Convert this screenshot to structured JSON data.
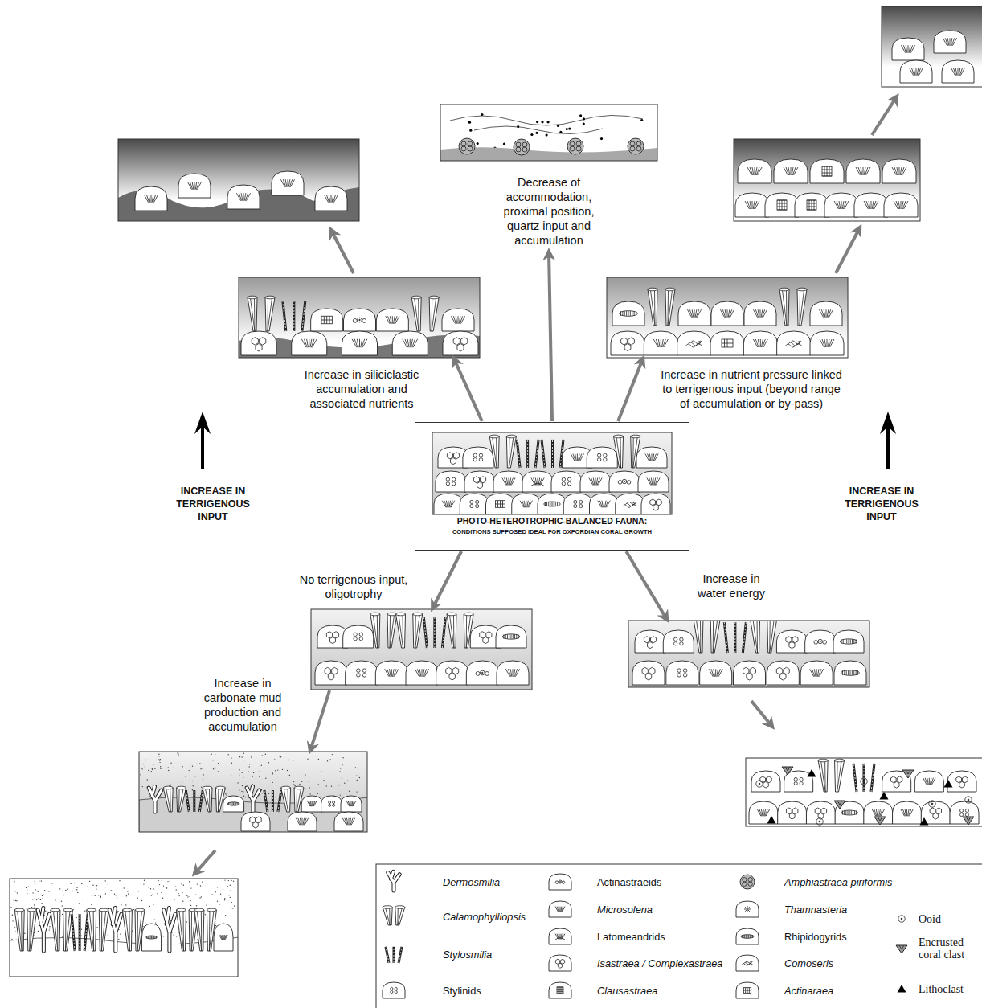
{
  "diagram": {
    "nodes": [
      {
        "text": [
          "Decrease of accommodation, proximal position, quartz input and accumulation"
        ]
      },
      {
        "text": [
          "Increase in siliciclastic accumulation and associated nutrients"
        ]
      },
      {
        "text": [
          "Increase in nutrient pressure linked to terrigenous input (beyond range of accumulation or by-pass)"
        ]
      },
      {
        "text": [
          "PHOTO-HETEROTROPHIC-BALANCED FAUNA:",
          "CONDITIONS SUPPOSED IDEAL FOR OXFORDIAN CORAL GROWTH"
        ]
      },
      {
        "text": [
          "No terrigenous input, oligotrophy"
        ]
      },
      {
        "text": [
          "Increase in water energy"
        ]
      },
      {
        "text": [
          "Increase in carbonate mud production and accumulation"
        ]
      }
    ],
    "edges": [
      {
        "from": 3,
        "to": 1,
        "arrow": "to"
      },
      {
        "from": 3,
        "to": 0,
        "arrow": "to"
      },
      {
        "from": 3,
        "to": 2,
        "arrow": "to"
      },
      {
        "from": 3,
        "to": 4,
        "arrow": "to"
      },
      {
        "from": 3,
        "to": 5,
        "arrow": "to"
      },
      {
        "from": 4,
        "to": 6,
        "arrow": "to"
      }
    ],
    "labels": [
      "INCREASE IN TERRIGENOUS INPUT",
      "INCREASE IN TERRIGENOUS INPUT"
    ],
    "legend": [
      {
        "text": "Dermosmilia"
      },
      {
        "text": "Calamophylliopsis"
      },
      {
        "text": "Stylosmilia"
      },
      {
        "text": "Stylinids"
      },
      {
        "text": "Actinastraeids"
      },
      {
        "text": "Microsolena"
      },
      {
        "text": "Latomeandrids"
      },
      {
        "text": "Isastraea / Complexastraea"
      },
      {
        "text": "Clausastraea"
      },
      {
        "text": "Amphiastraea piriformis"
      },
      {
        "text": "Thamnasteria"
      },
      {
        "text": "Rhipidogyrids"
      },
      {
        "text": "Comoseris"
      },
      {
        "text": "Actinaraea"
      },
      {
        "text": "Ooid"
      },
      {
        "text": "Encrusted coral clast"
      },
      {
        "text": "Lithoclast"
      }
    ]
  }
}
